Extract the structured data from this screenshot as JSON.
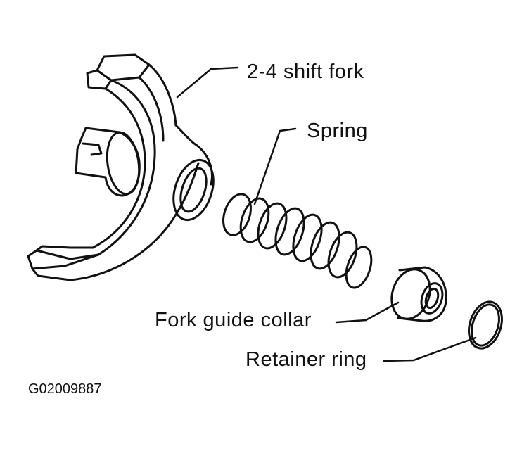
{
  "labels": {
    "shift_fork": "2-4 shift fork",
    "spring": "Spring",
    "fork_guide_collar": "Fork guide collar",
    "retainer_ring": "Retainer ring"
  },
  "figure_id": "G02009887",
  "colors": {
    "ink": "#111111",
    "paper": "#ffffff"
  }
}
